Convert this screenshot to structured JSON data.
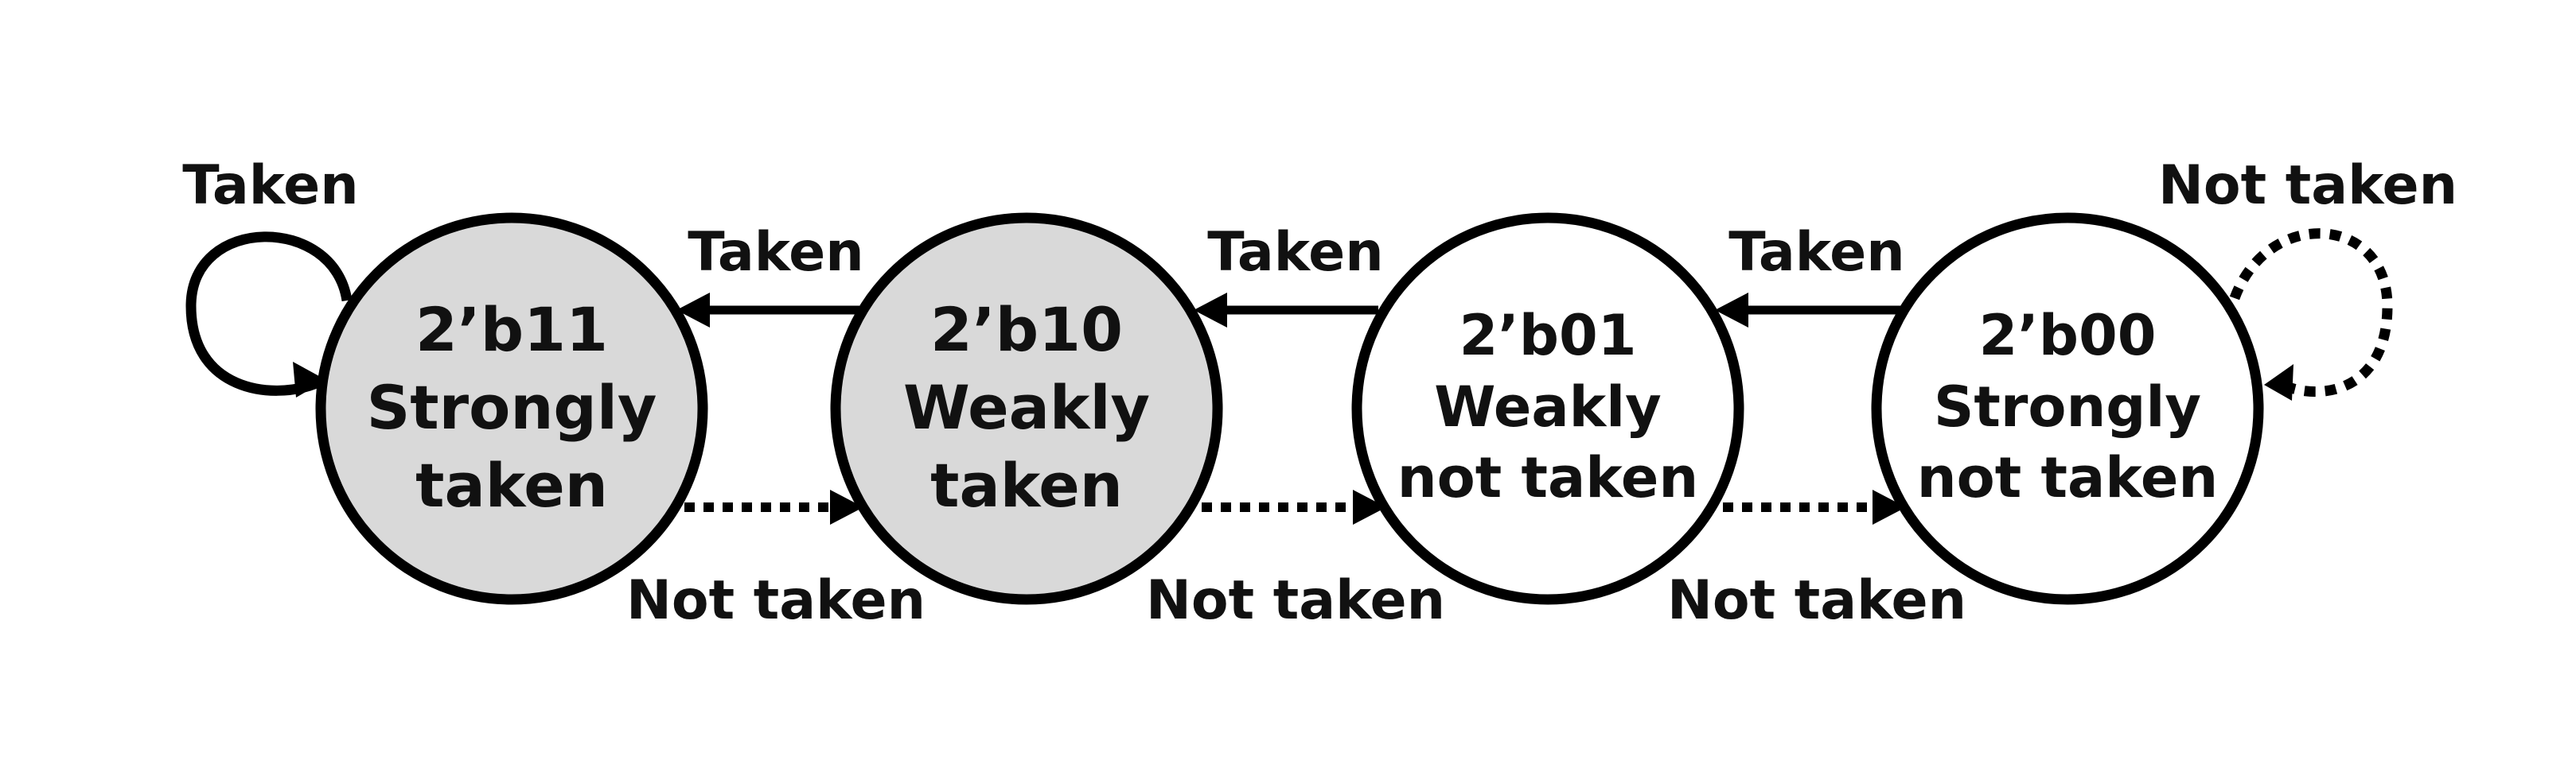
{
  "colors": {
    "stroke": "#000000",
    "taken_fill": "#d9d9d9",
    "not_taken_fill": "#ffffff",
    "text": "#111111"
  },
  "states": [
    {
      "code": "2’b11",
      "line1": "Strongly",
      "line2": "taken",
      "fill": "#d9d9d9"
    },
    {
      "code": "2’b10",
      "line1": "Weakly",
      "line2": "taken",
      "fill": "#d9d9d9"
    },
    {
      "code": "2’b01",
      "line1": "Weakly",
      "line2": "not taken",
      "fill": "#ffffff"
    },
    {
      "code": "2’b00",
      "line1": "Strongly",
      "line2": "not taken",
      "fill": "#ffffff"
    }
  ],
  "edges": {
    "self_loop_left": "Taken",
    "self_loop_right": "Not taken",
    "taken_10_to_11": "Taken",
    "taken_01_to_10": "Taken",
    "taken_00_to_01": "Taken",
    "not_taken_11_to_10": "Not taken",
    "not_taken_10_to_01": "Not taken",
    "not_taken_01_to_00": "Not taken"
  }
}
